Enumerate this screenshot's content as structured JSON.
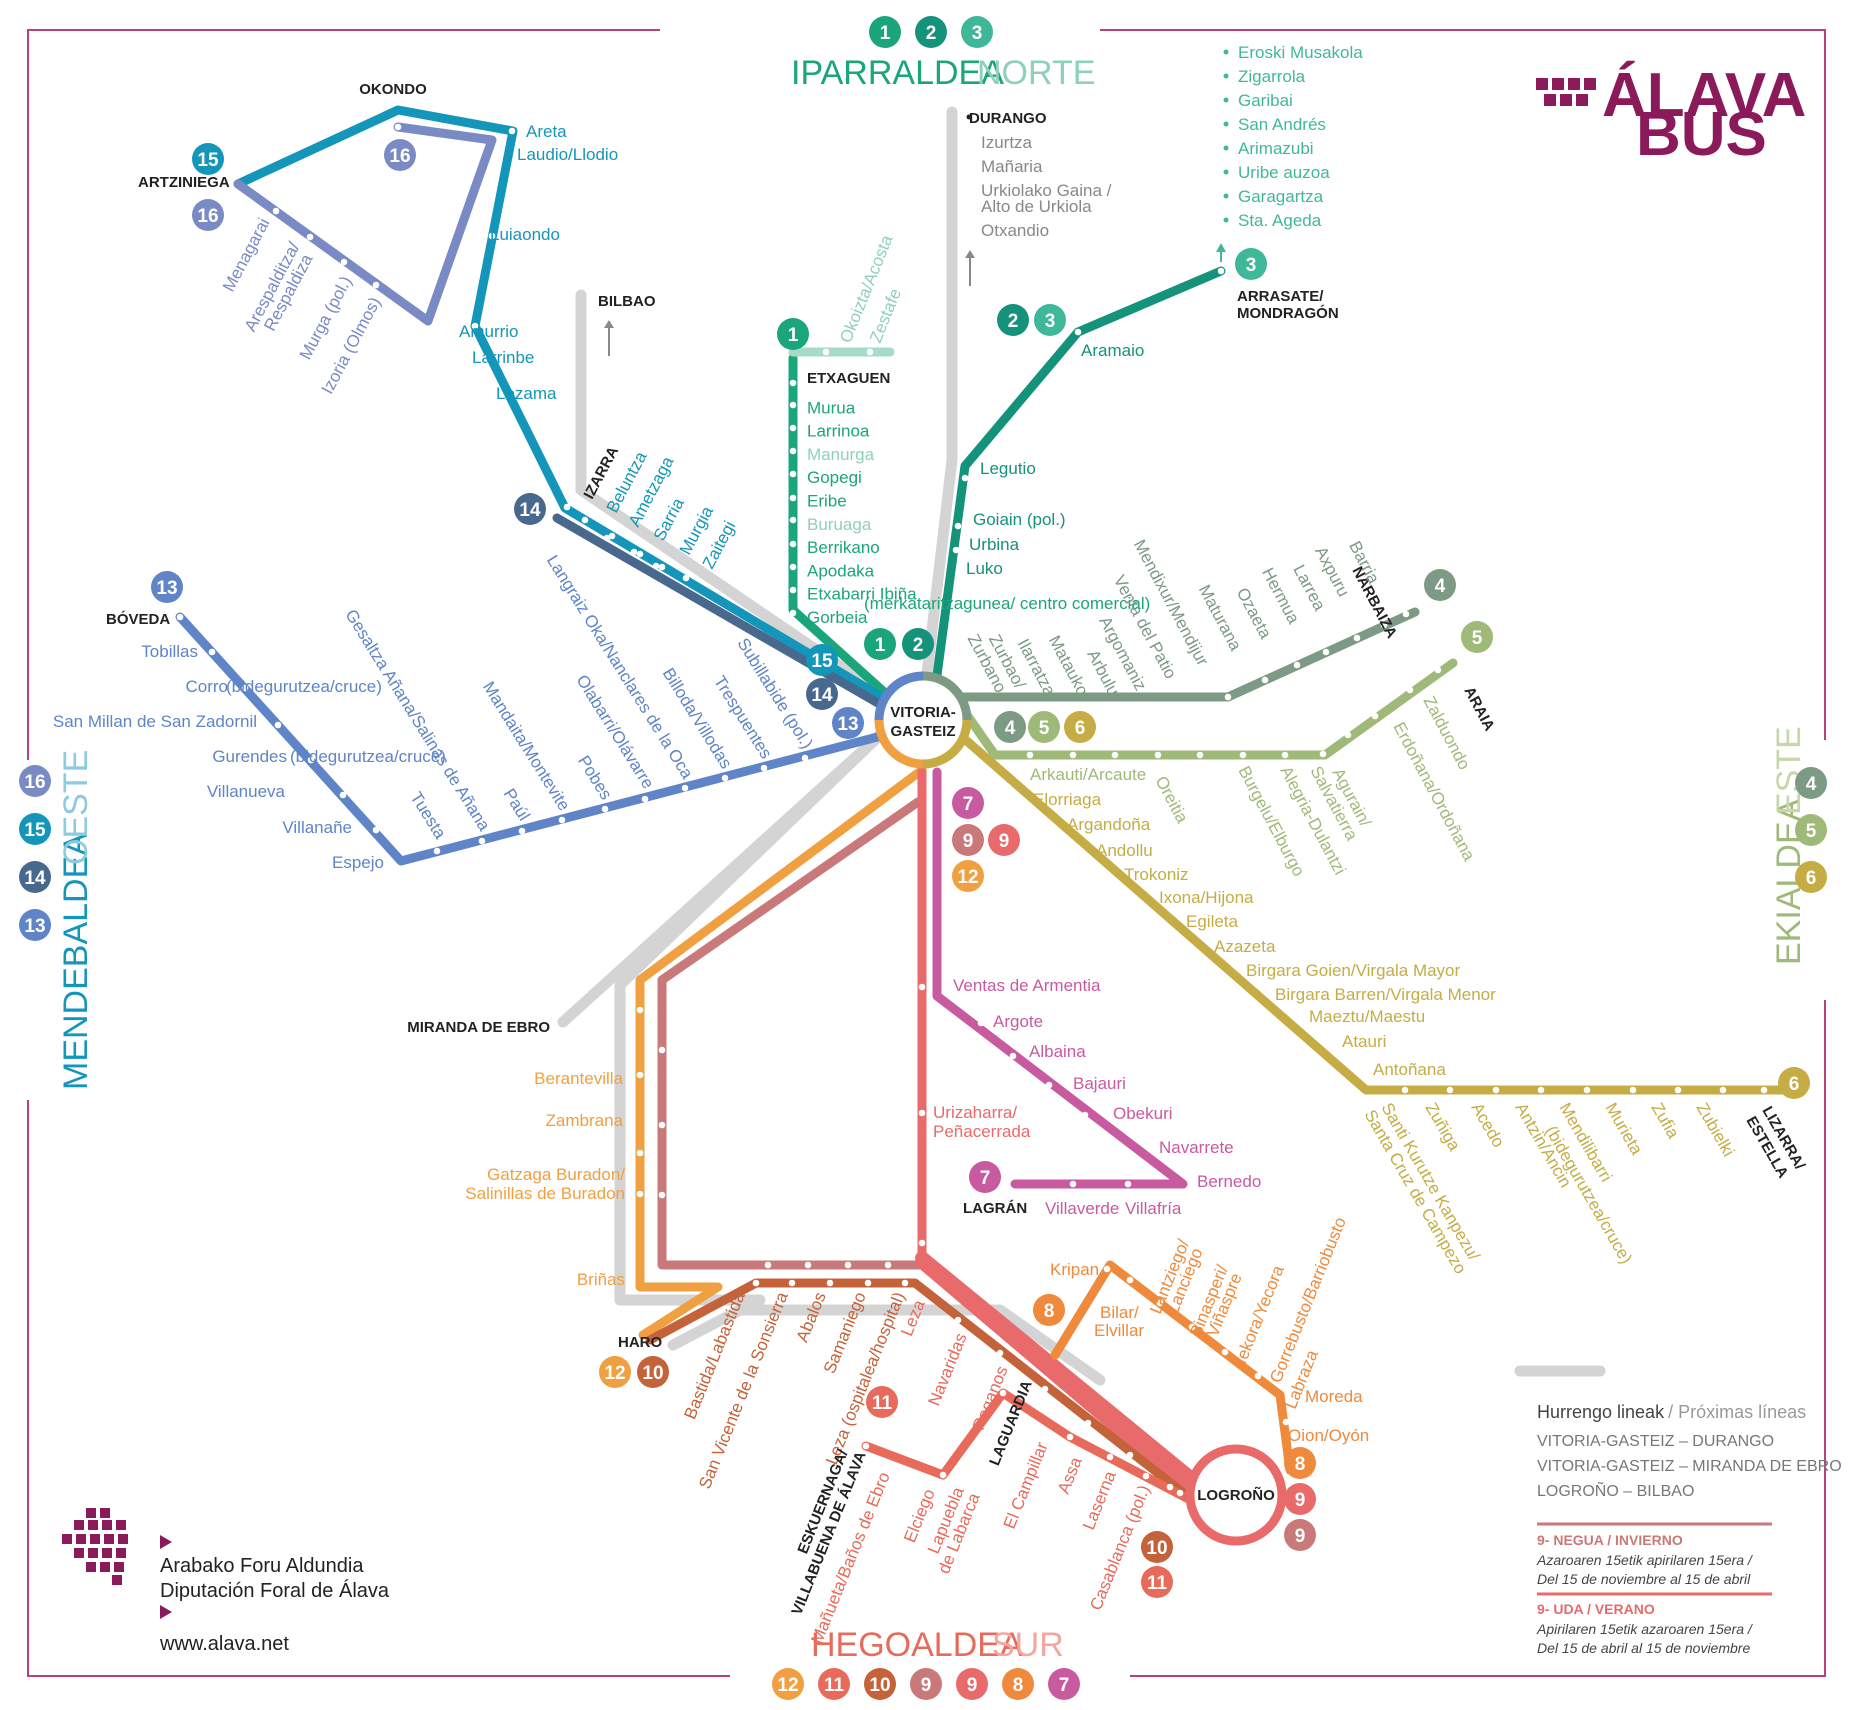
{
  "brand": {
    "logo_line1": "ÁLAVA",
    "logo_line2": "BUS",
    "color": "#8b1a5a"
  },
  "regions": {
    "north": {
      "basque": "IPARRALDEA",
      "spanish": "NORTE",
      "lines": [
        "1",
        "2",
        "3"
      ]
    },
    "south": {
      "basque": "HEGOALDEA",
      "spanish": "SUR",
      "lines": [
        "12",
        "11",
        "10",
        "9",
        "9",
        "8",
        "7"
      ]
    },
    "east": {
      "basque": "EKIALDEA",
      "spanish": "ESTE",
      "lines": [
        "4",
        "5",
        "6"
      ]
    },
    "west": {
      "basque": "MENDEBALDEA",
      "spanish": "OESTE",
      "lines": [
        "16",
        "15",
        "14",
        "13"
      ]
    }
  },
  "hub": {
    "line1": "VITORIA-",
    "line2": "GASTEIZ"
  },
  "logrono_hub": {
    "name": "LOGROÑO"
  },
  "line_colors": {
    "1": "#1ba57a",
    "2": "#14927a",
    "3": "#3fb89a",
    "4": "#7d9a84",
    "5": "#9fba78",
    "6": "#c6ac45",
    "7": "#c85aa0",
    "8": "#ef8a3c",
    "9w": "#c9797a",
    "9s": "#e86a6a",
    "10": "#c4623a",
    "11": "#e86a5a",
    "12": "#f0a040",
    "13": "#5f84c8",
    "14": "#48688e",
    "15": "#1496ba",
    "16": "#7a8ac4",
    "future": "#d4d4d4",
    "frame": "#b7407f"
  },
  "north": {
    "line1_stations": [
      "ETXAGUEN",
      "Murua",
      "Larrinoa",
      "Manurga",
      "Gopegi",
      "Eribe",
      "Buruaga",
      "Berrikano",
      "Apodaka",
      "Etxabarri Ibiña",
      "Gorbeia"
    ],
    "line1_branch": [
      "Okoizta/Acosta",
      "Zestafe"
    ],
    "gorbeia_note": "(merkataritzagunea/ centro comercial)",
    "line23_stations": [
      "Legutio",
      "Goiain (pol.)",
      "Urbina",
      "Luko"
    ],
    "aramaio": "Aramaio",
    "arrasate": "ARRASATE/",
    "mondragon": "MONDRAGÓN",
    "arrasate_list": [
      "Eroski Musakola",
      "Zigarrola",
      "Garibai",
      "San Andrés",
      "Arimazubi",
      "Uribe auzoa",
      "Garagartza",
      "Sta. Ageda"
    ],
    "durango": "DURANGO",
    "durango_list": [
      "Izurtza",
      "Mañaria",
      "Urkiolako Gaina /",
      "Alto de Urkiola",
      "Otxandio"
    ]
  },
  "west": {
    "okondo": "OKONDO",
    "artziniega": "ARTZINIEGA",
    "line15": [
      "Areta",
      "Laudio/Llodio",
      "Luiaondo",
      "Amurrio",
      "Larrinbe",
      "Lezama"
    ],
    "line16": [
      "Menagarai",
      "Arespalditza/",
      "Respaldiza",
      "Murga (pol.)",
      "Izoria (Olmos)"
    ],
    "izarra": "IZARRA",
    "line14": [
      "Beluntza",
      "Ametzaga",
      "Sarria",
      "Murgia",
      "Zaitegi"
    ],
    "bilbao": "BILBAO",
    "boveda": "BÓVEDA",
    "line13_stations": [
      "Tobillas",
      "Corro",
      "San Millan de San Zadornil",
      "Gurendes",
      "Villanueva",
      "Villanañe",
      "Espejo"
    ],
    "line13_notes": [
      "(bidegurutzea/cruce)",
      "(bidegurutzea/cruce)"
    ],
    "line13_main": [
      "Tuesta",
      "Gesaltza Añana/Salinas de Añana",
      "Paúl",
      "Mandaita/Montevite",
      "Pobes",
      "Olabarri/Olávarre",
      "Langraiz Oka/Nanclares de la Oca",
      "Billoda/Villodas",
      "Trespuentes",
      "Subillabide (pol.)"
    ]
  },
  "east": {
    "narbaiza": "NARBAIZA",
    "line4": [
      "Barria",
      "Axpuru",
      "Larrea",
      "Hermua",
      "Ozaeta",
      "Maturana",
      "Mendixur/Mendijur",
      "Venta del Patio",
      "Argomaniz",
      "Arbulu",
      "Matauko",
      "Ilarratza",
      "Zurbao/",
      "Zurbano"
    ],
    "araia": "ARAIA",
    "line5": [
      "Zalduondo",
      "Erdoñana/Ordoñana",
      "Agurain/",
      "Salvatierra",
      "Alegria-Dulantzi",
      "Burgelu/Elburgo",
      "Oreitia",
      "Arkauti/Arcaute"
    ],
    "line6": [
      "Elorriaga",
      "Argandoña",
      "Andollu",
      "Trokoniz",
      "Ixona/Hijona",
      "Egileta",
      "Azazeta",
      "Birgara Goien/Virgala Mayor",
      "Birgara Barren/Virgala Menor",
      "Maeztu/Maestu",
      "Atauri",
      "Antoñana"
    ],
    "line6_end": [
      "Santi Kurutze Kanpezu/",
      "Santa Cruz de Campezo",
      "Zuñiga",
      "Acedo",
      "Antzin/Ancin",
      "Mendilibarri",
      "(bidegurutzea/cruce)",
      "Murieta",
      "Zufia",
      "Zubielki"
    ],
    "lizarra": "LIZARRA/",
    "estella": "ESTELLA"
  },
  "south": {
    "line7": [
      "Ventas de Armentia",
      "Argote",
      "Albaina",
      "Bajauri",
      "Obekuri",
      "Navarrete",
      "Bernedo",
      "Villafría",
      "Villaverde"
    ],
    "lagran": "LAGRÁN",
    "line9": [
      "Urizaharra/",
      "Peñacerrada"
    ],
    "miranda": "MIRANDA DE EBRO",
    "line12": [
      "Berantevilla",
      "Zambrana",
      "Gatzaga Buradon/",
      "Salinillas de Buradon",
      "Briñas"
    ],
    "haro": "HARO",
    "line10": [
      "Bastida/Labastida",
      "San Vicente de la Sonsierra",
      "Abalos",
      "Samaniego",
      "Leza (ospitalea/hospital)"
    ],
    "line11": [
      "Leza",
      "Navaridas",
      "Paganos"
    ],
    "laguardia": "LAGUARDIA",
    "line11b": [
      "ESKUERNAGA/",
      "VILLABUENA DE ÁLAVA",
      "Mañueta/Baños de Ebro",
      "Elciego",
      "Lapuebla",
      "de Labarca",
      "El Campillar",
      "Assa",
      "Laserna",
      "Casablanca (pol.)"
    ],
    "line8": [
      "Kripan",
      "Bilar/",
      "Elvillar",
      "Lantziego/",
      "Lanciego",
      "Binasperi/",
      "Viñaspre",
      "Iekora/Yecora",
      "Gorrebusto/Barriobusto",
      "Labraza",
      "Moreda",
      "Oion/Oyón"
    ]
  },
  "legend": {
    "title_basque": "Hurrengo lineak",
    "title_spanish": "Próximas líneas",
    "items": [
      "VITORIA-GASTEIZ – DURANGO",
      "VITORIA-GASTEIZ – MIRANDA DE EBRO",
      "LOGROÑO – BILBAO"
    ],
    "winter_head": "9- NEGUA / INVIERNO",
    "winter_l1": "Azaroaren 15etik apirilaren 15era /",
    "winter_l2": "Del 15 de noviembre al 15 de abril",
    "summer_head": "9- UDA / VERANO",
    "summer_l1": "Apirilaren 15etik azaroaren 15era /",
    "summer_l2": "Del 15 de abril al 15 de noviembre"
  },
  "footer": {
    "line1": "Arabako Foru Aldundia",
    "line2": "Diputación Foral de Álava",
    "url": "www.alava.net"
  }
}
